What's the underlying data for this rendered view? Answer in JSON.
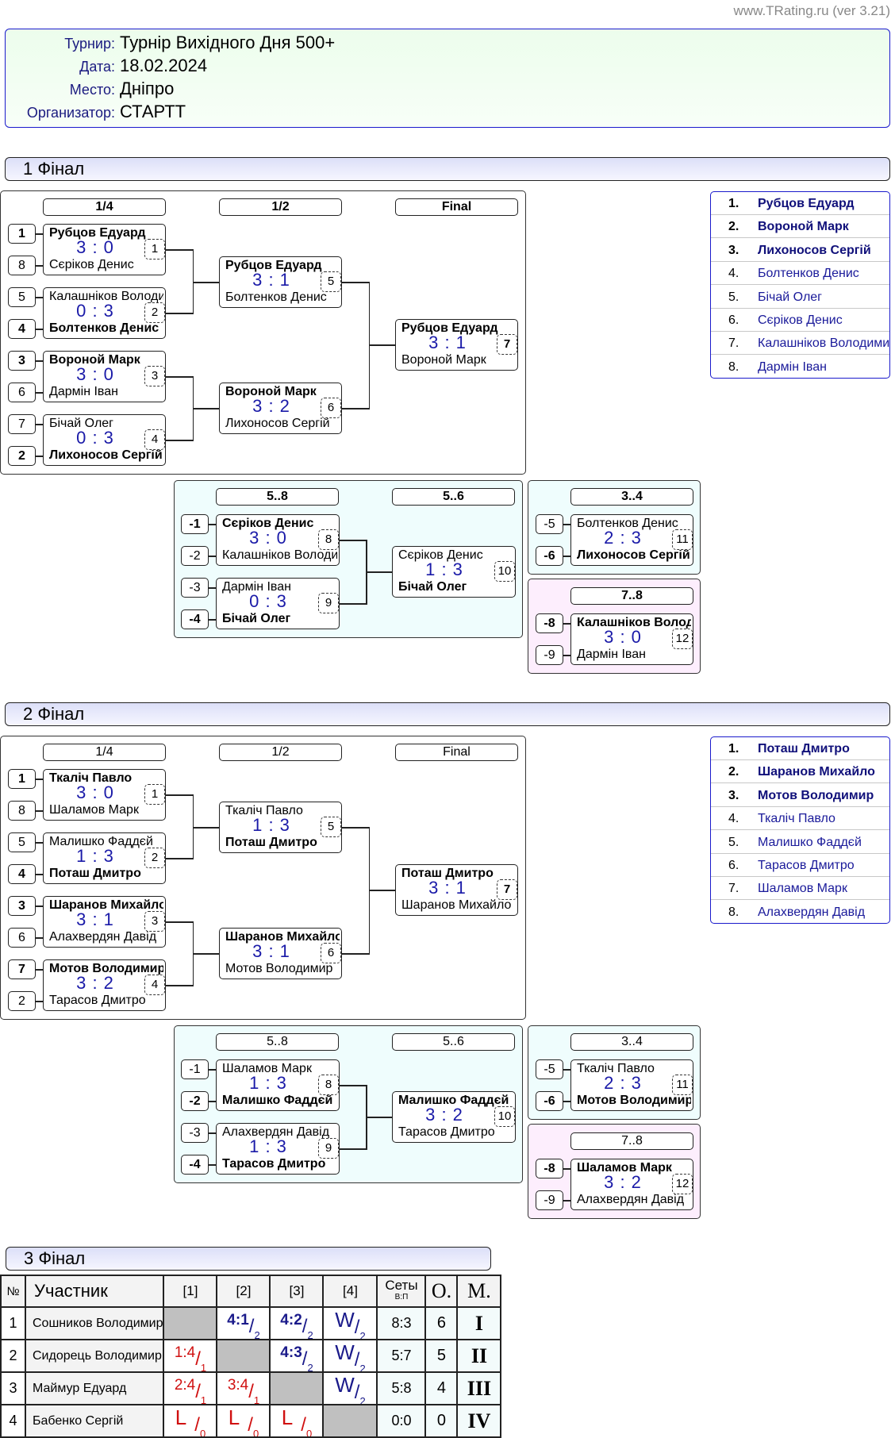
{
  "site": "www.TRating.ru (ver 3.21)",
  "info": [
    {
      "label": "Турнир:",
      "value": "Турнір Вихідного Дня 500+"
    },
    {
      "label": "Дата:",
      "value": "18.02.2024"
    },
    {
      "label": "Место:",
      "value": "Дніпро"
    },
    {
      "label": "Организатор:",
      "value": "СТАРТТ"
    }
  ],
  "colors": {
    "score": "#1a1aa8",
    "win": "#1a1a8a",
    "loss": "#d01010",
    "border_accent": "#1a1acc"
  },
  "finals": [
    {
      "title": "1 Фінал",
      "bold_round_labels": true,
      "rounds": [
        "1/4",
        "1/2",
        "Final",
        "5..8",
        "5..6",
        "3..4",
        "7..8"
      ],
      "matches": [
        {
          "num": "1",
          "score": "3 : 0",
          "top": {
            "seed": "1",
            "name": "Рубцов Едуард",
            "win": true
          },
          "bottom": {
            "seed": "8",
            "name": "Сєріков Денис",
            "win": false
          }
        },
        {
          "num": "2",
          "score": "0 : 3",
          "top": {
            "seed": "5",
            "name": "Калашніков Володимир",
            "win": false
          },
          "bottom": {
            "seed": "4",
            "name": "Болтенков Денис",
            "win": true
          }
        },
        {
          "num": "3",
          "score": "3 : 0",
          "top": {
            "seed": "3",
            "name": "Вороной Марк",
            "win": true
          },
          "bottom": {
            "seed": "6",
            "name": "Дармін Іван",
            "win": false
          }
        },
        {
          "num": "4",
          "score": "0 : 3",
          "top": {
            "seed": "7",
            "name": "Бічай Олег",
            "win": false
          },
          "bottom": {
            "seed": "2",
            "name": "Лихоносов Сергій",
            "win": true
          }
        },
        {
          "num": "5",
          "score": "3 : 1",
          "top": {
            "name": "Рубцов Едуард",
            "win": true
          },
          "bottom": {
            "name": "Болтенков Денис",
            "win": false
          }
        },
        {
          "num": "6",
          "score": "3 : 2",
          "top": {
            "name": "Вороной Марк",
            "win": true
          },
          "bottom": {
            "name": "Лихоносов Сергій",
            "win": false
          }
        },
        {
          "num": "7",
          "score": "3 : 1",
          "top": {
            "name": "Рубцов Едуард",
            "win": true
          },
          "bottom": {
            "name": "Вороной Марк",
            "win": false
          }
        },
        {
          "num": "8",
          "score": "3 : 0",
          "top": {
            "seed": "-1",
            "name": "Сєріков Денис",
            "win": true
          },
          "bottom": {
            "seed": "-2",
            "name": "Калашніков Володимир",
            "win": false
          }
        },
        {
          "num": "9",
          "score": "0 : 3",
          "top": {
            "seed": "-3",
            "name": "Дармін Іван",
            "win": false
          },
          "bottom": {
            "seed": "-4",
            "name": "Бічай Олег",
            "win": true
          }
        },
        {
          "num": "10",
          "score": "1 : 3",
          "top": {
            "name": "Сєріков Денис",
            "win": false
          },
          "bottom": {
            "name": "Бічай Олег",
            "win": true
          }
        },
        {
          "num": "11",
          "score": "2 : 3",
          "top": {
            "seed": "-5",
            "name": "Болтенков Денис",
            "win": false
          },
          "bottom": {
            "seed": "-6",
            "name": "Лихоносов Сергій",
            "win": true
          }
        },
        {
          "num": "12",
          "score": "3 : 0",
          "top": {
            "seed": "-8",
            "name": "Калашніков Володимир",
            "win": true
          },
          "bottom": {
            "seed": "-9",
            "name": "Дармін Іван",
            "win": false
          }
        }
      ],
      "standings": [
        {
          "pos": "1.",
          "name": "Рубцов Едуард",
          "medal": true
        },
        {
          "pos": "2.",
          "name": "Вороной Марк",
          "medal": true
        },
        {
          "pos": "3.",
          "name": "Лихоносов Сергій",
          "medal": true
        },
        {
          "pos": "4.",
          "name": "Болтенков Денис",
          "medal": false
        },
        {
          "pos": "5.",
          "name": "Бічай Олег",
          "medal": false
        },
        {
          "pos": "6.",
          "name": "Сєріков Денис",
          "medal": false
        },
        {
          "pos": "7.",
          "name": "Калашніков Володимир",
          "medal": false
        },
        {
          "pos": "8.",
          "name": "Дармін Іван",
          "medal": false
        }
      ]
    },
    {
      "title": "2 Фінал",
      "bold_round_labels": false,
      "rounds": [
        "1/4",
        "1/2",
        "Final",
        "5..8",
        "5..6",
        "3..4",
        "7..8"
      ],
      "matches": [
        {
          "num": "1",
          "score": "3 : 0",
          "top": {
            "seed": "1",
            "name": "Ткаліч Павло",
            "win": true
          },
          "bottom": {
            "seed": "8",
            "name": "Шаламов Марк",
            "win": false
          }
        },
        {
          "num": "2",
          "score": "1 : 3",
          "top": {
            "seed": "5",
            "name": "Малишко Фаддєй",
            "win": false
          },
          "bottom": {
            "seed": "4",
            "name": "Поташ Дмитро",
            "win": true
          }
        },
        {
          "num": "3",
          "score": "3 : 1",
          "top": {
            "seed": "3",
            "name": "Шаранов Михайло",
            "win": true
          },
          "bottom": {
            "seed": "6",
            "name": "Алахвердян Давід",
            "win": false
          }
        },
        {
          "num": "4",
          "score": "3 : 2",
          "top": {
            "seed": "7",
            "name": "Мотов Володимир",
            "win": true
          },
          "bottom": {
            "seed": "2",
            "name": "Тарасов Дмитро",
            "win": false
          }
        },
        {
          "num": "5",
          "score": "1 : 3",
          "top": {
            "name": "Ткаліч Павло",
            "win": false
          },
          "bottom": {
            "name": "Поташ Дмитро",
            "win": true
          }
        },
        {
          "num": "6",
          "score": "3 : 1",
          "top": {
            "name": "Шаранов Михайло",
            "win": true
          },
          "bottom": {
            "name": "Мотов Володимир",
            "win": false
          }
        },
        {
          "num": "7",
          "score": "3 : 1",
          "top": {
            "name": "Поташ Дмитро",
            "win": true
          },
          "bottom": {
            "name": "Шаранов Михайло",
            "win": false
          }
        },
        {
          "num": "8",
          "score": "1 : 3",
          "top": {
            "seed": "-1",
            "name": "Шаламов Марк",
            "win": false
          },
          "bottom": {
            "seed": "-2",
            "name": "Малишко Фаддєй",
            "win": true
          }
        },
        {
          "num": "9",
          "score": "1 : 3",
          "top": {
            "seed": "-3",
            "name": "Алахвердян Давід",
            "win": false
          },
          "bottom": {
            "seed": "-4",
            "name": "Тарасов Дмитро",
            "win": true
          }
        },
        {
          "num": "10",
          "score": "3 : 2",
          "top": {
            "name": "Малишко Фаддєй",
            "win": true
          },
          "bottom": {
            "name": "Тарасов Дмитро",
            "win": false
          }
        },
        {
          "num": "11",
          "score": "2 : 3",
          "top": {
            "seed": "-5",
            "name": "Ткаліч Павло",
            "win": false
          },
          "bottom": {
            "seed": "-6",
            "name": "Мотов Володимир",
            "win": true
          }
        },
        {
          "num": "12",
          "score": "3 : 2",
          "top": {
            "seed": "-8",
            "name": "Шаламов Марк",
            "win": true
          },
          "bottom": {
            "seed": "-9",
            "name": "Алахвердян Давід",
            "win": false
          }
        }
      ],
      "standings": [
        {
          "pos": "1.",
          "name": "Поташ Дмитро",
          "medal": true
        },
        {
          "pos": "2.",
          "name": "Шаранов Михайло",
          "medal": true
        },
        {
          "pos": "3.",
          "name": "Мотов Володимир",
          "medal": true
        },
        {
          "pos": "4.",
          "name": "Ткаліч Павло",
          "medal": false
        },
        {
          "pos": "5.",
          "name": "Малишко Фаддєй",
          "medal": false
        },
        {
          "pos": "6.",
          "name": "Тарасов Дмитро",
          "medal": false
        },
        {
          "pos": "7.",
          "name": "Шаламов Марк",
          "medal": false
        },
        {
          "pos": "8.",
          "name": "Алахвердян Давід",
          "medal": false
        }
      ]
    }
  ],
  "final3": {
    "title": "3 Фінал",
    "headers": {
      "num": "№",
      "participant": "Участник",
      "opponents": [
        "[1]",
        "[2]",
        "[3]",
        "[4]"
      ],
      "sets": "Сеты",
      "sets_sub": "В:П",
      "points": "О.",
      "place": "М."
    },
    "rows": [
      {
        "n": "1",
        "name": "Сошников Володимир",
        "cells": [
          null,
          {
            "score": "4:1",
            "pts": "2",
            "res": "win"
          },
          {
            "score": "4:2",
            "pts": "2",
            "res": "win"
          },
          {
            "score": "W",
            "pts": "2",
            "res": "walkover-win"
          }
        ],
        "sets": "8:3",
        "points": "6",
        "place": "I"
      },
      {
        "n": "2",
        "name": "Сидорець Володимир",
        "cells": [
          {
            "score": "1:4",
            "pts": "1",
            "res": "loss"
          },
          null,
          {
            "score": "4:3",
            "pts": "2",
            "res": "win"
          },
          {
            "score": "W",
            "pts": "2",
            "res": "walkover-win"
          }
        ],
        "sets": "5:7",
        "points": "5",
        "place": "II"
      },
      {
        "n": "3",
        "name": "Маймур Едуард",
        "cells": [
          {
            "score": "2:4",
            "pts": "1",
            "res": "loss"
          },
          {
            "score": "3:4",
            "pts": "1",
            "res": "loss"
          },
          null,
          {
            "score": "W",
            "pts": "2",
            "res": "walkover-win"
          }
        ],
        "sets": "5:8",
        "points": "4",
        "place": "III"
      },
      {
        "n": "4",
        "name": "Бабенко Сергій",
        "cells": [
          {
            "score": "L",
            "pts": "0",
            "res": "walkover-loss"
          },
          {
            "score": "L",
            "pts": "0",
            "res": "walkover-loss"
          },
          {
            "score": "L",
            "pts": "0",
            "res": "walkover-loss"
          },
          null
        ],
        "sets": "0:0",
        "points": "0",
        "place": "IV"
      }
    ]
  }
}
